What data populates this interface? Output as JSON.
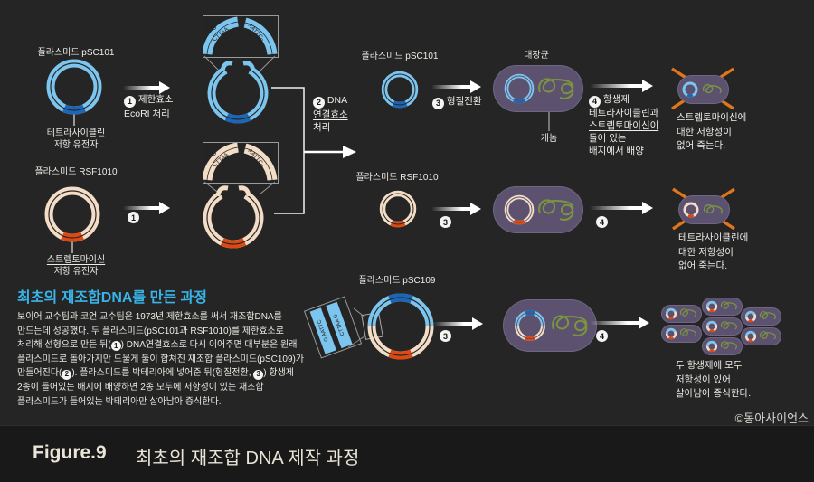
{
  "colors": {
    "background": "#252525",
    "caption_bg": "#191919",
    "plasmid_blue": "#7cc5ee",
    "resistance_dark_blue": "#1d66b5",
    "plasmid_cream": "#f3ddc7",
    "resistance_orange": "#dc4913",
    "bacteria_purple": "#5c5270",
    "genome_green": "#7b9440",
    "cross_orange": "#e0761c",
    "info_title_blue": "#39b4e9",
    "text": "#efede7"
  },
  "sticky_ends": {
    "g_top": "G",
    "seq_left": "CTTAA",
    "seq_right": "AATTC",
    "g_bottom": "G"
  },
  "junction_labels": {
    "left": "G AATTC",
    "right": "CTTAA G"
  },
  "steps": {
    "s1": {
      "num": "1",
      "line1": "제한효소",
      "line2": "EcoRI 처리"
    },
    "s2": {
      "num": "2",
      "line1": "DNA",
      "line2": "연결효소",
      "line3": "처리"
    },
    "s3": {
      "num": "3",
      "label": "형질전환"
    },
    "s4": {
      "num": "4",
      "lines": [
        "항생제",
        "테트라사이클린과",
        "스트렙토마이신이",
        "들어 있는",
        "배지에서 배양"
      ]
    }
  },
  "row1": {
    "plasmid_label": "플라스미드 pSC101",
    "gene_line1": "테트라사이클린",
    "gene_line2": "저항 유전자",
    "host_label": "대장균",
    "genome_label": "게놈",
    "death_lines": [
      "스트렙토마이신에",
      "대한 저항성이",
      "없어 죽는다."
    ]
  },
  "row2": {
    "plasmid_label": "플라스미드 RSF1010",
    "gene_line1": "스트렙토마이신",
    "gene_line2": "저항 유전자",
    "death_lines": [
      "테트라사이클린에",
      "대한 저항성이",
      "없어 죽는다."
    ]
  },
  "row3": {
    "plasmid_label": "플라스미드 pSC109",
    "survive_lines": [
      "두 항생제에 모두",
      "저항성이 있어",
      "살아남아 증식한다."
    ]
  },
  "info": {
    "title": "최초의 재조합DNA를 만든 과정",
    "body": [
      "보이어 교수팀과 코언 교수팀은 1973년 제한효소를 써서 재조합DNA를",
      "만드는데 성공했다. 두 플라스미드(pSC101과 RSF1010)를 제한효소로",
      "처리해 선형으로 만든 뒤([[1]]) DNA연결효소로 다시 이어주면 대부분은 원래",
      "플라스미드로 돌아가지만 드물게 둘이 합쳐진 재조합 플라스미드(pSC109)가",
      "만들어진다([[2]]). 플라스미드를 박테리아에 넣어준 뒤(형질전환, [[3]]) 항생제",
      "2종이 들어있는 배지에 배양하면 2종 모두에 저항성이 있는 재조합",
      "플라스미드가 들어있는 박테리아만 살아남아 증식한다."
    ]
  },
  "credit": "©동아사이언스",
  "figure": {
    "label": "Figure.9",
    "title": "최초의 재조합 DNA 제작 과정"
  }
}
